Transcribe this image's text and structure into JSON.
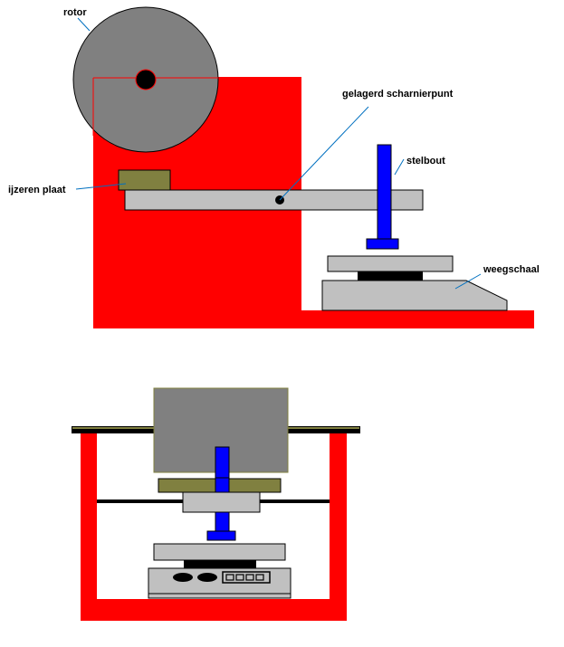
{
  "labels": {
    "rotor": "rotor",
    "pivot": "gelagerd scharnierpunt",
    "bolt": "stelbout",
    "plate": "ijzeren plaat",
    "scale": "weegschaal"
  },
  "colors": {
    "frame": "#ff0000",
    "rotor": "#808080",
    "plate": "#808040",
    "beam": "#c0c0c0",
    "bolt": "#0000ff",
    "leader": "#0070c0",
    "black": "#000000"
  },
  "icons": {
    "pivot": "pivot-dot-icon",
    "rotor_axle": "rotor-axle-icon",
    "scale_display": "scale-display-icon"
  }
}
